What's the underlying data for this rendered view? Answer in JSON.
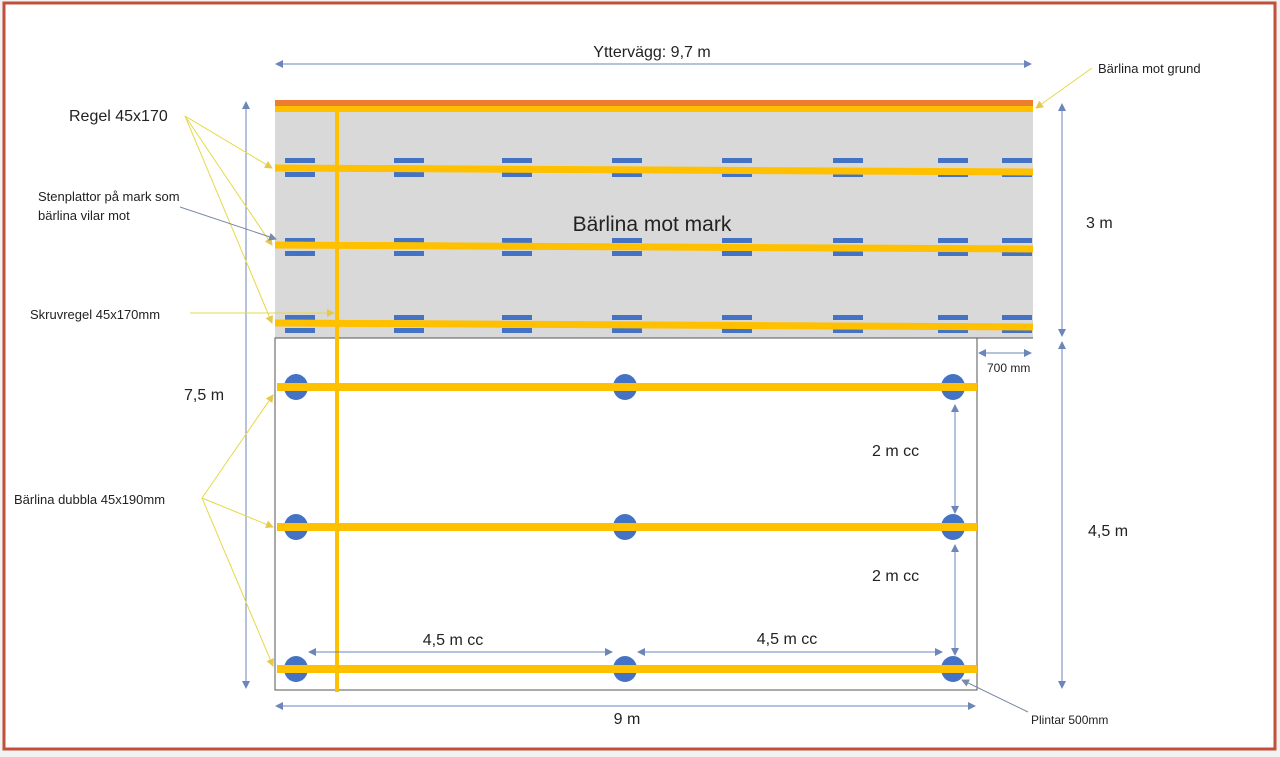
{
  "labels": {
    "outer_wall": "Yttervägg: 9,7 m",
    "beam_foundation": "Bärlina mot grund",
    "joist": "Regel 45x170",
    "stone_slabs_line1": "Stenplattor på mark som",
    "stone_slabs_line2": "bärlina vilar mot",
    "beam_ground": "Bärlina mot mark",
    "screw_joist": "Skruvregel 45x170mm",
    "depth_total": "7,5 m",
    "depth_top": "3 m",
    "offset": "700 mm",
    "spacing_y_1": "2 m cc",
    "spacing_y_2": "2 m cc",
    "depth_bottom": "4,5 m",
    "double_beam": "Bärlina dubbla 45x190mm",
    "spacing_x_1": "4,5 m cc",
    "spacing_x_2": "4,5 m cc",
    "width_bottom": "9 m",
    "footings": "Plintar 500mm"
  },
  "colors": {
    "frame": "#c0503a",
    "grey_area": "#d9d9d9",
    "beam": "#ffc000",
    "foundation": "#ed7d31",
    "pad": "#4472c4",
    "dimension": "#6b86b8",
    "pointer": "#e6d84a"
  }
}
